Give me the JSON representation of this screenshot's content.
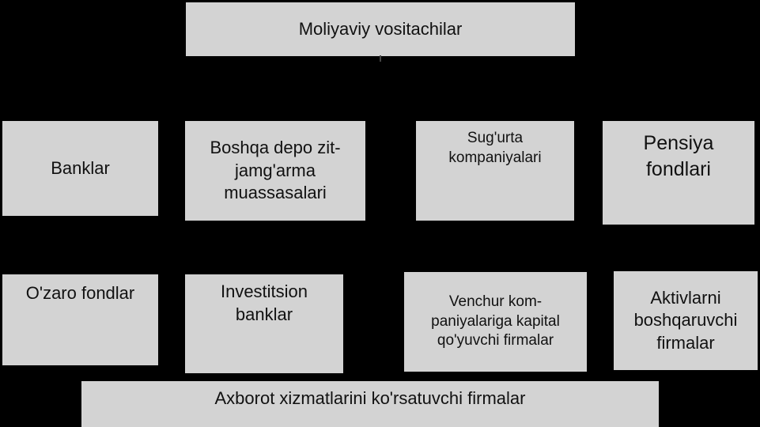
{
  "title": "Moliyaviy vositachilar",
  "row1": [
    "Banklar",
    "Boshqa depo zit-\njamg'arma\nmuassasalari",
    "Sug'urta\nkompaniyalari",
    "Pensiya\nfondlari"
  ],
  "row2": [
    "O'zaro fondlar",
    "Investitsion\nbanklar",
    "Venchur kom-\npaniyalariga kapital\nqo'yuvchi firmalar",
    "Aktivlarni\nboshqaruvchi\nfirmalar"
  ],
  "bottom": "Axborot xizmatlarini ko'rsatuvchi firmalar",
  "colors": {
    "background": "#000000",
    "box": "#d3d3d3",
    "text": "#111111"
  }
}
